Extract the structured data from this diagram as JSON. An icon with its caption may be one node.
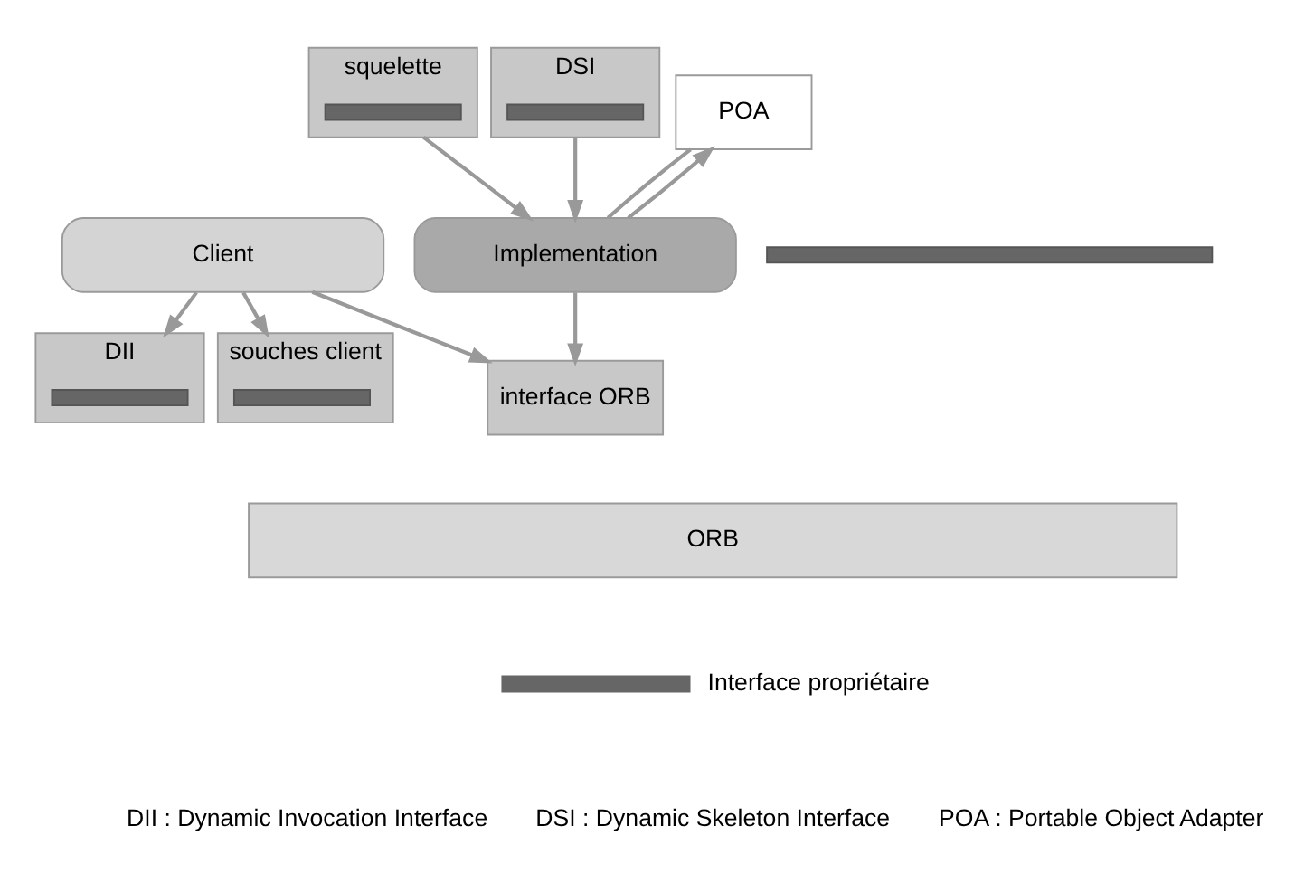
{
  "diagram": {
    "nodes": [
      {
        "text": [
          "Client"
        ]
      },
      {
        "text": [
          "Implementation"
        ]
      },
      {
        "text": [
          "DII"
        ]
      },
      {
        "text": [],
        "shape": "bar",
        "in": 2
      },
      {
        "text": [
          "souches client"
        ]
      },
      {
        "text": [],
        "shape": "bar",
        "in": 4
      },
      {
        "text": [
          "interface ORB"
        ]
      },
      {
        "text": [
          "squelette"
        ]
      },
      {
        "text": [],
        "shape": "bar",
        "in": 7
      },
      {
        "text": [
          "DSI"
        ]
      },
      {
        "text": [],
        "shape": "bar",
        "in": 9
      },
      {
        "text": [
          "POA"
        ]
      },
      {
        "text": [],
        "shape": "bar"
      },
      {
        "text": [
          "ORB"
        ]
      }
    ],
    "edges": [
      {
        "from": 0,
        "to": 2,
        "arrow": "to"
      },
      {
        "from": 0,
        "to": 4,
        "arrow": "to"
      },
      {
        "from": 0,
        "to": 6,
        "arrow": "to"
      },
      {
        "from": 1,
        "to": 6,
        "arrow": "to"
      },
      {
        "from": 7,
        "to": 1,
        "arrow": "to"
      },
      {
        "from": 9,
        "to": 1,
        "arrow": "to"
      },
      {
        "from": 1,
        "to": 11,
        "arrow": "to"
      },
      {
        "from": 11,
        "to": 1,
        "arrow": "none"
      }
    ],
    "labels": [
      "DII : Dynamic Invocation Interface",
      "DSI : Dynamic Skeleton Interface",
      "POA : Portable Object Adapter"
    ],
    "legend": [
      {
        "text": "Interface propriétaire",
        "color": "#666666"
      }
    ]
  }
}
